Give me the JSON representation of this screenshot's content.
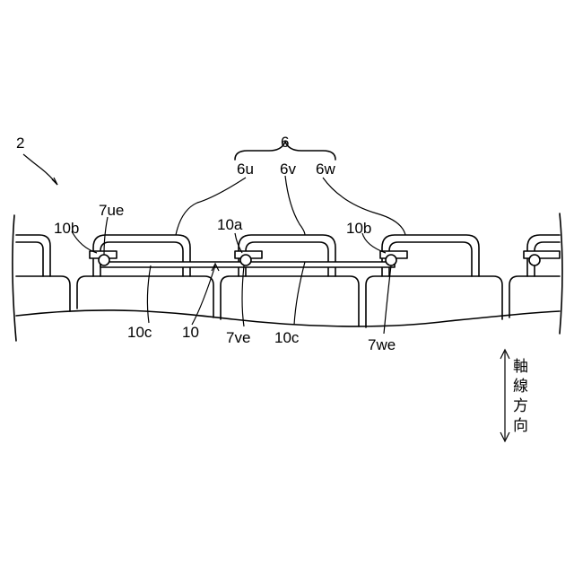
{
  "labels": {
    "fig_ref": "2",
    "coil_group": "6",
    "coil_u": "6u",
    "coil_v": "6v",
    "coil_w": "6w",
    "end_7ue": "7ue",
    "end_7ve": "7ve",
    "end_7we": "7we",
    "part_10": "10",
    "part_10a": "10a",
    "part_10b_left": "10b",
    "part_10b_right": "10b",
    "part_10c_left": "10c",
    "part_10c_right": "10c"
  },
  "axis_label": {
    "chars": [
      "軸",
      "線",
      "方",
      "向"
    ]
  }
}
